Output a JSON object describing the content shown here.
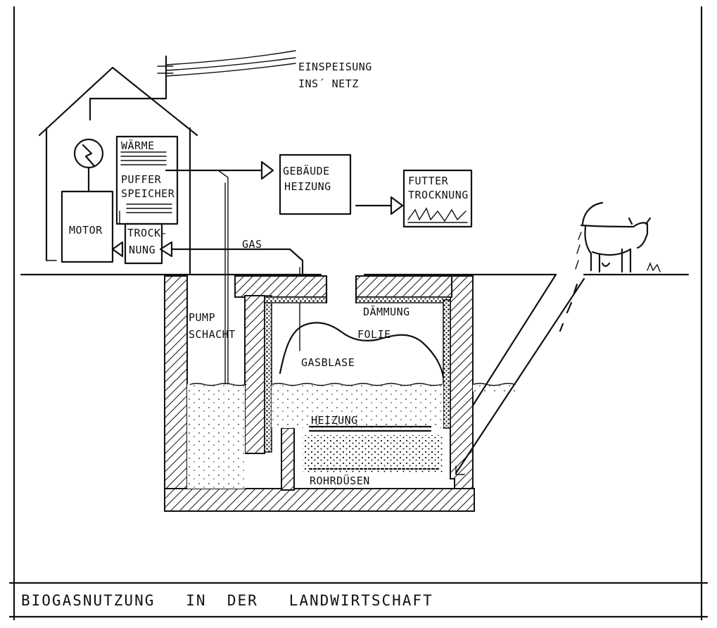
{
  "diagram": {
    "caption": "BIOGASNUTZUNG   IN  DER   LANDWIRTSCHAFT",
    "labels": {
      "einspeisung_line1": "EINSPEISUNG",
      "einspeisung_line2": "INS´  NETZ",
      "waerme": "WÄRME",
      "puffer": "PUFFER",
      "speicher": "SPEICHER",
      "motor": "MOTOR",
      "trock": "TROCK-",
      "nung": "NUNG",
      "gebaeude": "GEBÄUDE",
      "heizung": "HEIZUNG",
      "futter": "FUTTER",
      "trocknung": "TROCKNUNG",
      "gas": "GAS",
      "pump": "PUMP",
      "schacht": "SCHACHT",
      "daemmung": "DÄMMUNG",
      "folie": "FOLIE",
      "gasblase": "GASBLASE",
      "heizung_tank": "HEIZUNG",
      "rohrduesen": "ROHRDÜSEN"
    }
  }
}
